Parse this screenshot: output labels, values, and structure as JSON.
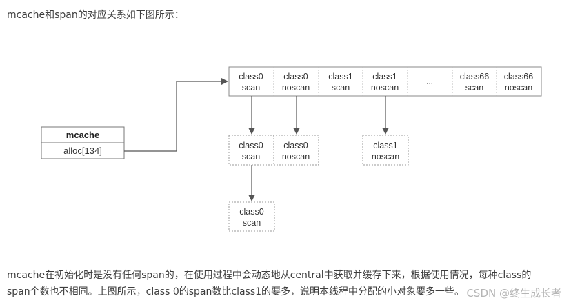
{
  "intro_text": "mcache和span的对应关系如下图所示：",
  "mcache": {
    "title": "mcache",
    "field": "alloc[134]"
  },
  "top_row": [
    [
      "class0",
      "scan"
    ],
    [
      "class0",
      "noscan"
    ],
    [
      "class1",
      "scan"
    ],
    [
      "class1",
      "noscan"
    ],
    [
      "..."
    ],
    [
      "class66",
      "scan"
    ],
    [
      "class66",
      "noscan"
    ]
  ],
  "mid_row": [
    [
      "class0",
      "scan"
    ],
    [
      "class0",
      "noscan"
    ],
    [
      "class1",
      "noscan"
    ]
  ],
  "bottom_row": [
    [
      "class0",
      "scan"
    ]
  ],
  "description": {
    "line1": "mcache在初始化时是没有任何span的，在使用过程中会动态地从central中获取并缓存下来，根据使用情况，每种class的",
    "line2": "span个数也不相同。上图所示，class 0的span数比class1的要多，说明本线程中分配的小对象要多一些。"
  },
  "watermark": "CSDN @终生成长者",
  "colors": {
    "line": "#555555",
    "border": "#888888",
    "text": "#333333"
  }
}
